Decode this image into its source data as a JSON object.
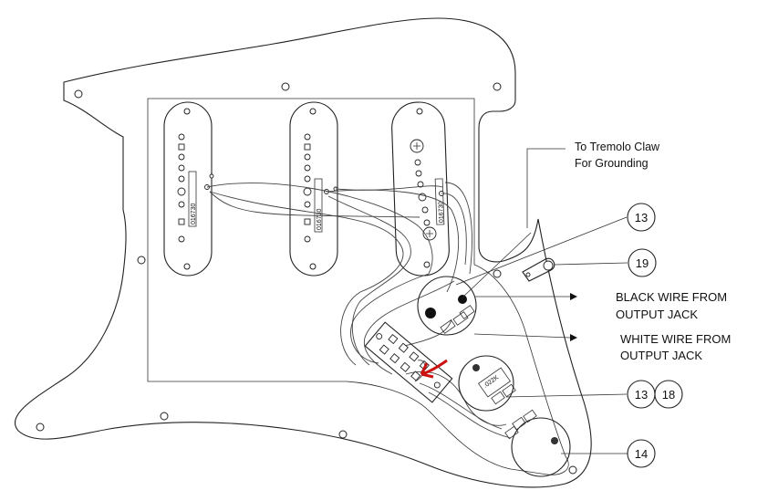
{
  "annotations": {
    "tremolo_line1": "To Tremolo Claw",
    "tremolo_line2": "For Grounding",
    "black_wire_line1": "BLACK WIRE  FROM",
    "black_wire_line2": "OUTPUT JACK",
    "white_wire_line1": "WHITE WIRE FROM",
    "white_wire_line2": "OUTPUT JACK"
  },
  "callouts": {
    "c13_top": "13",
    "c19": "19",
    "c13_mid": "13",
    "c18": "18",
    "c14": "14"
  },
  "pickups": {
    "neck_label": "016730",
    "middle_label": "016730",
    "bridge_label": "016730"
  },
  "capacitor_label": ".022K",
  "colors": {
    "line": "#222222",
    "highlight_arrow": "#cc1111"
  }
}
